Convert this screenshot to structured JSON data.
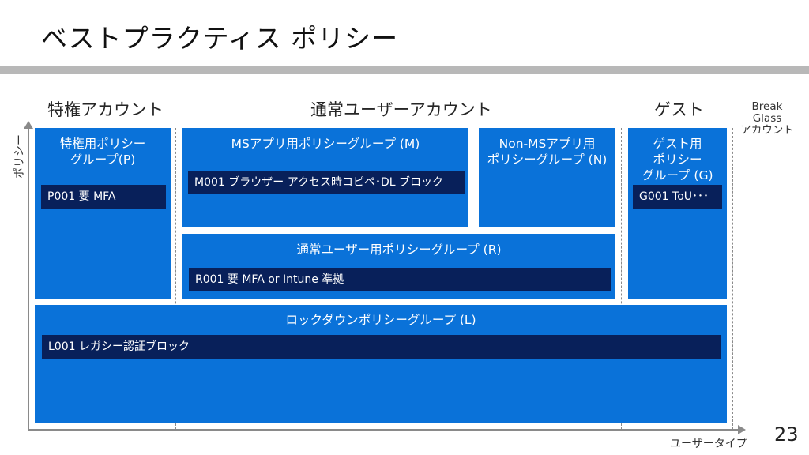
{
  "slide": {
    "title": "ベストプラクティス ポリシー",
    "page_number": "23"
  },
  "columns": {
    "privileged": "特権アカウント",
    "regular": "通常ユーザーアカウント",
    "guest": "ゲスト",
    "break_glass": [
      "Break",
      "Glass",
      "アカウント"
    ]
  },
  "axes": {
    "y": "ポリシー",
    "x": "ユーザータイプ"
  },
  "groups": {
    "privileged": {
      "title": [
        "特権用ポリシー",
        "グループ(P)"
      ],
      "policy": "P001 要 MFA"
    },
    "ms_apps": {
      "title": "MSアプリ用ポリシーグループ (M)",
      "policy": "M001 ブラウザー アクセス時コピペ･DL ブロック"
    },
    "non_ms_apps": {
      "title": [
        "Non-MSアプリ用",
        "ポリシーグループ (N)"
      ]
    },
    "guest": {
      "title": [
        "ゲスト用",
        "ポリシー",
        "グループ (G)"
      ],
      "policy": "G001 ToU･･･"
    },
    "regular": {
      "title": "通常ユーザー用ポリシーグループ (R)",
      "policy": "R001 要 MFA or Intune 準拠"
    },
    "lockdown": {
      "title": "ロックダウンポリシーグループ (L)",
      "policy": "L001 レガシー認証ブロック"
    }
  },
  "colors": {
    "block": "#0a72d9",
    "policy_bar": "#08205a",
    "title_rule": "#b8b8b8"
  }
}
